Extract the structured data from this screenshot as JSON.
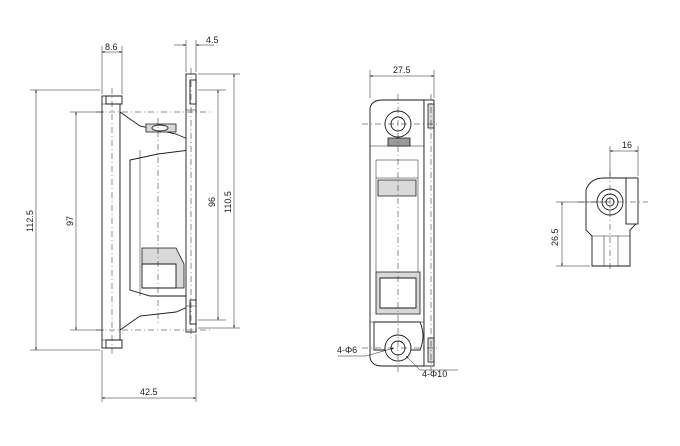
{
  "front_view": {
    "dim_top_left": "8.6",
    "dim_top_right": "4.5",
    "dim_total_height": "112.5",
    "dim_hole_spacing_left": "97",
    "dim_hole_spacing_right": "96",
    "dim_right_height": "110.5",
    "dim_bottom_width": "42.5"
  },
  "side_view": {
    "dim_width": "27.5",
    "label_small_hole": "4-Φ6",
    "label_large_hole": "4-Φ10"
  },
  "top_view": {
    "dim_width": "16",
    "dim_height": "26.5"
  }
}
